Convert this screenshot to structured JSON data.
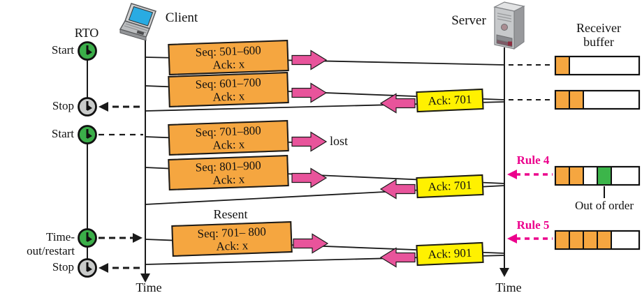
{
  "left_panel": {
    "rto_label": "RTO"
  },
  "timers": [
    {
      "label": "Start",
      "state": "running"
    },
    {
      "label": "Stop",
      "state": "stopped"
    },
    {
      "label": "Start",
      "state": "running"
    },
    {
      "label": "Time-out/restart",
      "state": "running"
    },
    {
      "label": "Stop",
      "state": "stopped"
    }
  ],
  "header": {
    "client_label": "Client",
    "server_label": "Server",
    "receiver_buffer_label": "Receiver\nbuffer"
  },
  "segments": [
    {
      "seq": "Seq: 501–600",
      "ack": "Ack: x",
      "status": "delivered"
    },
    {
      "seq": "Seq: 601–700",
      "ack": "Ack: x",
      "status": "delivered"
    },
    {
      "seq": "Seq: 701–800",
      "ack": "Ack: x",
      "status": "lost"
    },
    {
      "seq": "Seq: 801–900",
      "ack": "Ack: x",
      "status": "delivered-out-of-order"
    },
    {
      "seq": "Seq: 701– 800",
      "ack": "Ack: x",
      "status": "resent"
    }
  ],
  "acks": [
    {
      "label": "Ack: 701"
    },
    {
      "label": "Ack: 701"
    },
    {
      "label": "Ack: 901"
    }
  ],
  "rules": [
    {
      "label": "Rule 4"
    },
    {
      "label": "Rule 5"
    }
  ],
  "annotations": {
    "lost": "lost",
    "resent": "Resent",
    "out_of_order": "Out of order"
  },
  "footers": {
    "client_time_label": "Time",
    "server_time_label": "Time"
  },
  "buffers": [
    {
      "cells": [
        "data",
        "free"
      ]
    },
    {
      "cells": [
        "data",
        "data",
        "free"
      ]
    },
    {
      "cells": [
        "data",
        "data",
        "gap",
        "out-of-order",
        "free"
      ]
    },
    {
      "cells": [
        "data",
        "data",
        "data",
        "data",
        "free"
      ]
    }
  ],
  "colors": {
    "segment_fill": "#F5A640",
    "ack_fill": "#FFF100",
    "pink_arrow": "#E8549B",
    "rule_magenta": "#EC008C",
    "timer_running_fill": "#3BAE49",
    "timer_stopped_fill": "#C9CBCA",
    "buffer_data_fill": "#F5A640",
    "buffer_out_of_order_fill": "#3CB54A",
    "laptop_screen": "#29ABE2"
  }
}
